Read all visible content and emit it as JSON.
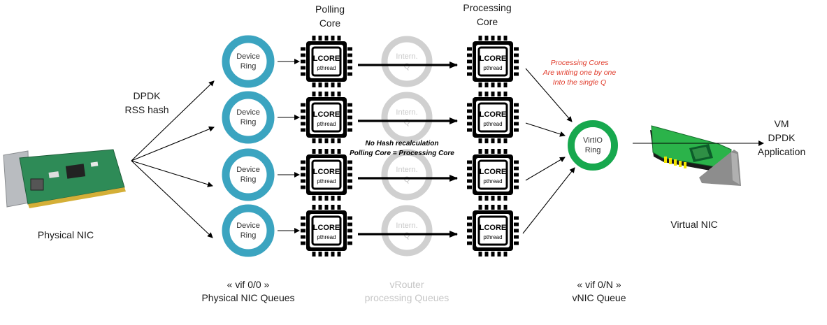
{
  "labels": {
    "polling_core": [
      "Polling",
      "Core"
    ],
    "processing_core": [
      "Processing",
      "Core"
    ],
    "dpdk_rss": [
      "DPDK",
      "RSS hash"
    ],
    "physical_nic": "Physical NIC",
    "virtual_nic": "Virtual NIC",
    "vm_app": [
      "VM",
      "DPDK",
      "Application"
    ],
    "vif00": [
      "« vif 0/0 »",
      "Physical NIC Queues"
    ],
    "vrouter_queues": [
      "vRouter",
      "processing Queues"
    ],
    "vif0n": [
      "« vif 0/N »",
      "vNIC Queue"
    ]
  },
  "device_ring": [
    "Device",
    "Ring"
  ],
  "intern_q": [
    "Intern.",
    "Q"
  ],
  "lcore": [
    "LCORE",
    "pthread"
  ],
  "virtio_ring": [
    "VirtIO",
    "Ring"
  ],
  "notes": {
    "processing": [
      "Processing Cores",
      "Are writing one by one",
      "Into the single Q"
    ],
    "no_hash": [
      "No Hash recalculation",
      "Polling Core = Processing Core"
    ]
  },
  "colors": {
    "device_ring": "#3ba4c0",
    "virtio_ring": "#17a84e",
    "intern_q_outline": "#d0d0d0",
    "note_red": "#e03a2a"
  },
  "rows": 4
}
